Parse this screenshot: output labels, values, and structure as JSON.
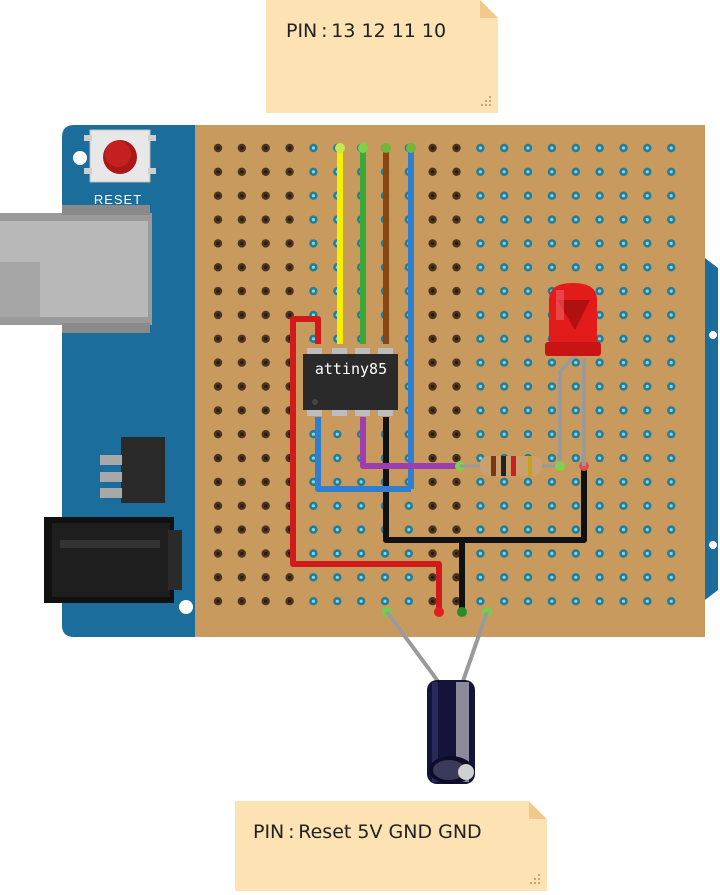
{
  "top_note": {
    "text": "PIN : 13 12 11 10"
  },
  "bottom_note": {
    "text": "PIN : Reset 5V GND GND"
  },
  "board": {
    "reset_label": "RESET"
  },
  "chip": {
    "label": "attiny85"
  },
  "colors": {
    "board_blue": "#1b6e9b",
    "perfboard": "#c89a5e",
    "wire_yellow": "#f4f000",
    "wire_green": "#3aa83a",
    "wire_brown": "#8b4513",
    "wire_blue": "#2f7fd0",
    "wire_red": "#d11a1a",
    "wire_black": "#111111",
    "wire_purple": "#9b3fb0",
    "led_red": "#e31b1b",
    "note_bg": "#fde2b4"
  }
}
